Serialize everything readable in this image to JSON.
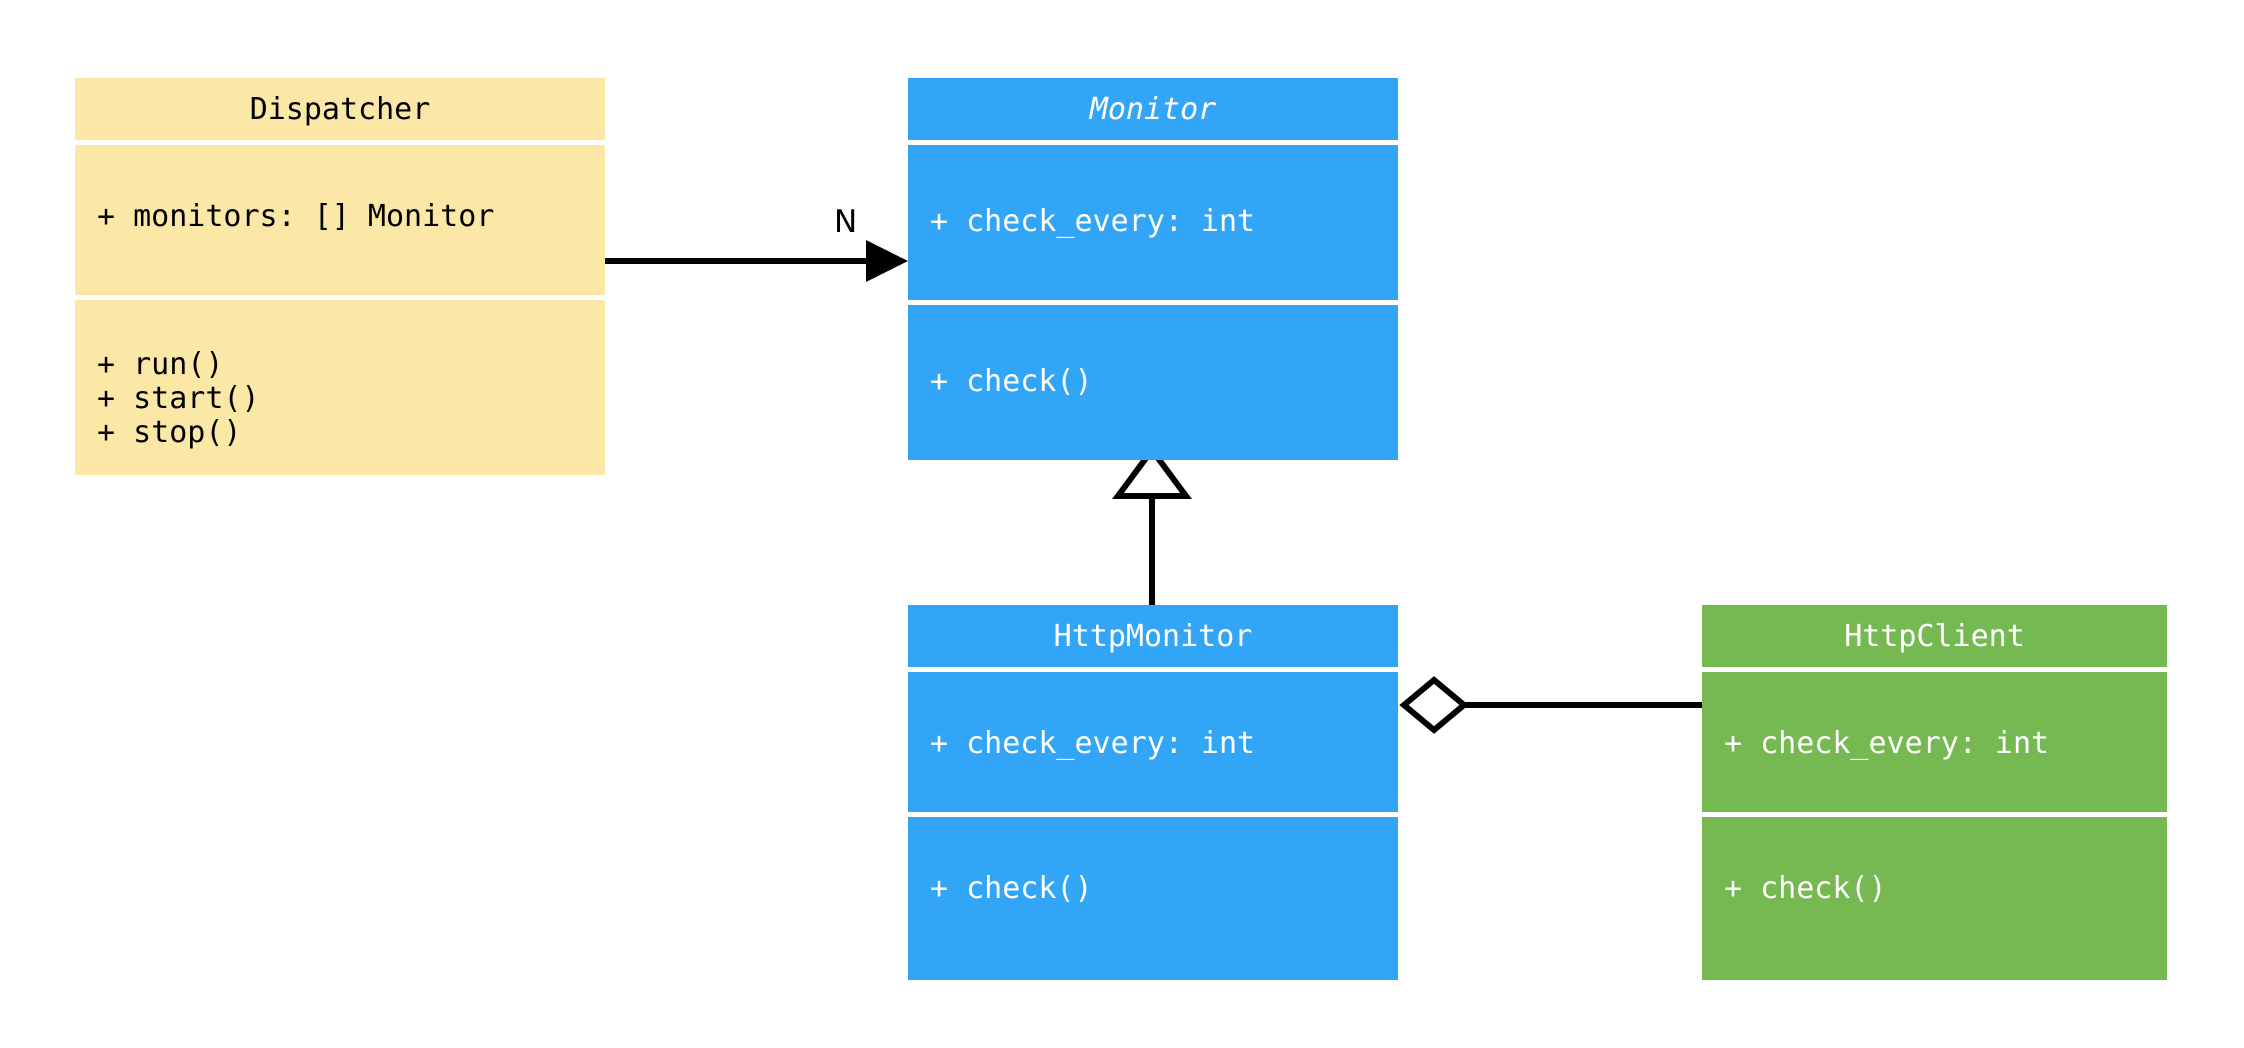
{
  "diagram": {
    "type": "uml-class-diagram",
    "background": "#ffffff",
    "classes": [
      {
        "id": "dispatcher",
        "name": "Dispatcher",
        "abstract": false,
        "color": "#fce8a6",
        "text_color": "#000000",
        "attributes": "+ monitors: [] Monitor",
        "methods": "+ run()\n+ start()\n+ stop()"
      },
      {
        "id": "monitor",
        "name": "Monitor",
        "abstract": true,
        "color": "#33a5f7",
        "text_color": "#ffffff",
        "attributes": "+ check_every: int",
        "methods": "+ check()"
      },
      {
        "id": "httpmonitor",
        "name": "HttpMonitor",
        "abstract": false,
        "color": "#33a5f7",
        "text_color": "#ffffff",
        "attributes": "+ check_every: int",
        "methods": "+ check()"
      },
      {
        "id": "httpclient",
        "name": "HttpClient",
        "abstract": false,
        "color": "#76b852",
        "text_color": "#ffffff",
        "attributes": "+ check_every: int",
        "methods": "+ check()"
      }
    ],
    "relationships": [
      {
        "id": "dispatcher-monitor",
        "kind": "association-directed",
        "from": "Dispatcher",
        "to": "Monitor",
        "label": "N",
        "line_color": "#000000"
      },
      {
        "id": "httpmonitor-monitor",
        "kind": "generalization",
        "from": "HttpMonitor",
        "to": "Monitor",
        "label": "",
        "line_color": "#000000"
      },
      {
        "id": "httpmonitor-httpclient",
        "kind": "aggregation",
        "from": "HttpMonitor",
        "to": "HttpClient",
        "label": "",
        "line_color": "#000000"
      }
    ]
  }
}
